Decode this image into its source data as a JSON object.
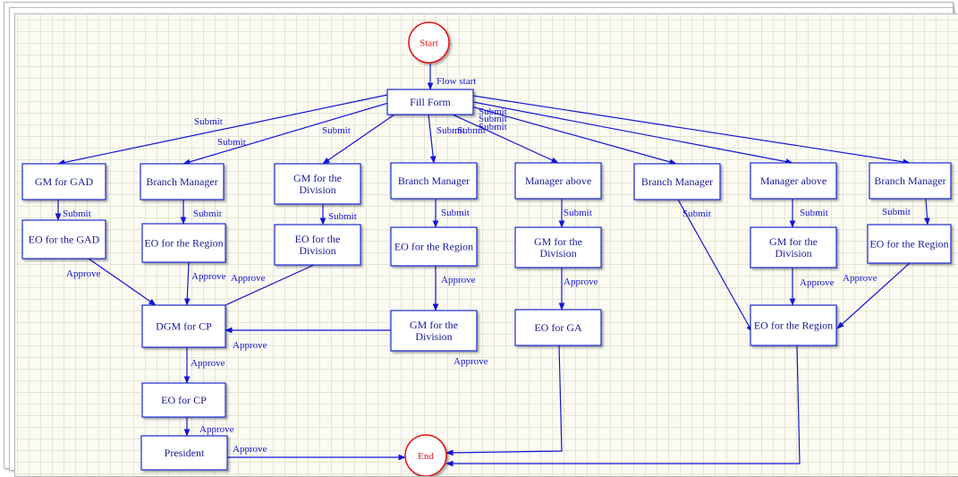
{
  "nodes": {
    "start": "Start",
    "fill_form": "Fill Form",
    "gm_gad": "GM for GAD",
    "branch_manager_1": "Branch Manager",
    "gm_division_1": [
      "GM for the",
      "Division"
    ],
    "branch_manager_2": "Branch Manager",
    "manager_above_1": "Manager above",
    "branch_manager_3": "Branch Manager",
    "manager_above_2": "Manager above",
    "branch_manager_4": "Branch Manager",
    "eo_gad": "EO for the GAD",
    "eo_region_1": "EO for the Region",
    "eo_division": [
      "EO for the",
      "Division"
    ],
    "eo_region_2": "EO for the Region",
    "gm_division_2": [
      "GM for the",
      "Division"
    ],
    "gm_division_4": [
      "GM for the",
      "Division"
    ],
    "eo_region_4": "EO for the Region",
    "dgm_cp": "DGM for CP",
    "gm_division_3": [
      "GM for the",
      "Division"
    ],
    "eo_ga": "EO for GA",
    "eo_region_3": "EO for the Region",
    "eo_cp": "EO for CP",
    "president": "President",
    "end": "End"
  },
  "edge_labels": {
    "flow_start": "Flow start",
    "submit": "Submit",
    "approve": "Approve"
  }
}
